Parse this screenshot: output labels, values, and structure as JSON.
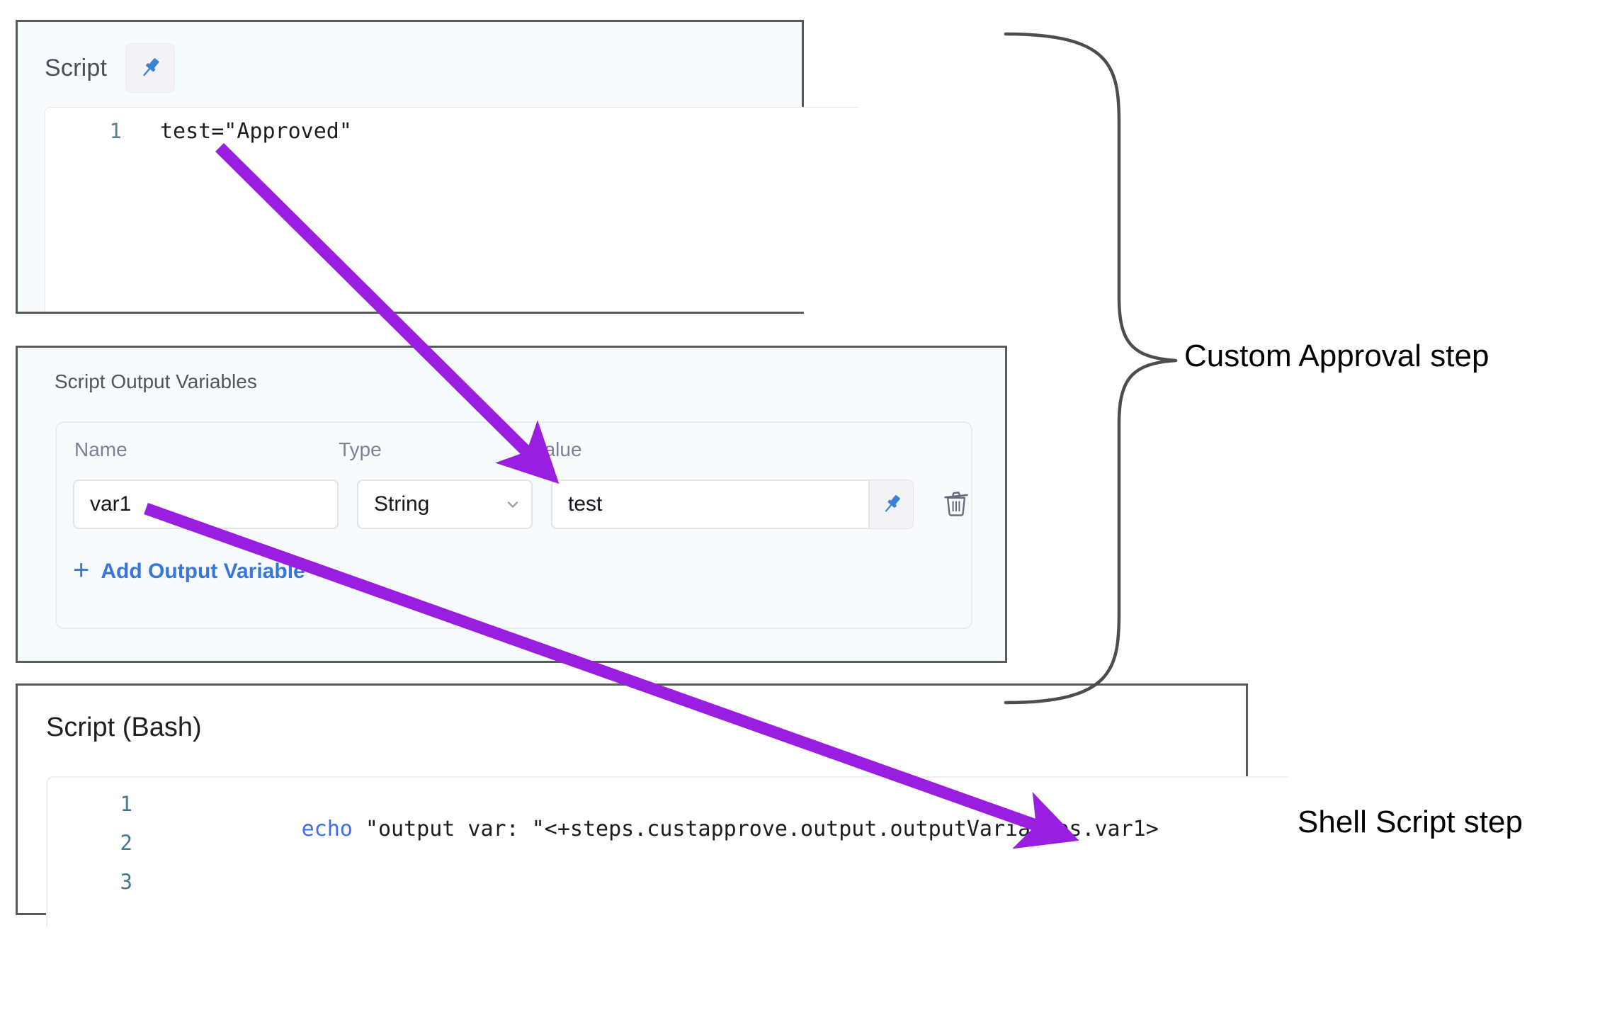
{
  "script_panel": {
    "title": "Script",
    "pin_icon": "pin-icon",
    "code_lines": [
      {
        "number": "1",
        "text": "test=\"Approved\""
      }
    ]
  },
  "output_variables_panel": {
    "title": "Script Output Variables",
    "columns": [
      "Name",
      "Type",
      "Value"
    ],
    "rows": [
      {
        "name": "var1",
        "type": "String",
        "value": "test",
        "pin_icon": "pin-icon",
        "delete_icon": "trash-icon",
        "chevron_icon": "chevron-down-icon"
      }
    ],
    "add_link": {
      "plus": "+",
      "label": "Add Output Variable"
    }
  },
  "bash_panel": {
    "title": "Script (Bash)",
    "code_lines": [
      {
        "number": "1",
        "keyword": "echo",
        "text": " \"output var: \"<+steps.custapprove.output.outputVariables.var1>"
      },
      {
        "number": "2",
        "keyword": "",
        "text": ""
      },
      {
        "number": "3",
        "keyword": "",
        "text": ""
      }
    ]
  },
  "annotations": {
    "brace_label": "Custom Approval step",
    "shell_label": "Shell Script step",
    "arrow_color": "#9a1ee0",
    "brace_color": "#4d4d4d"
  }
}
